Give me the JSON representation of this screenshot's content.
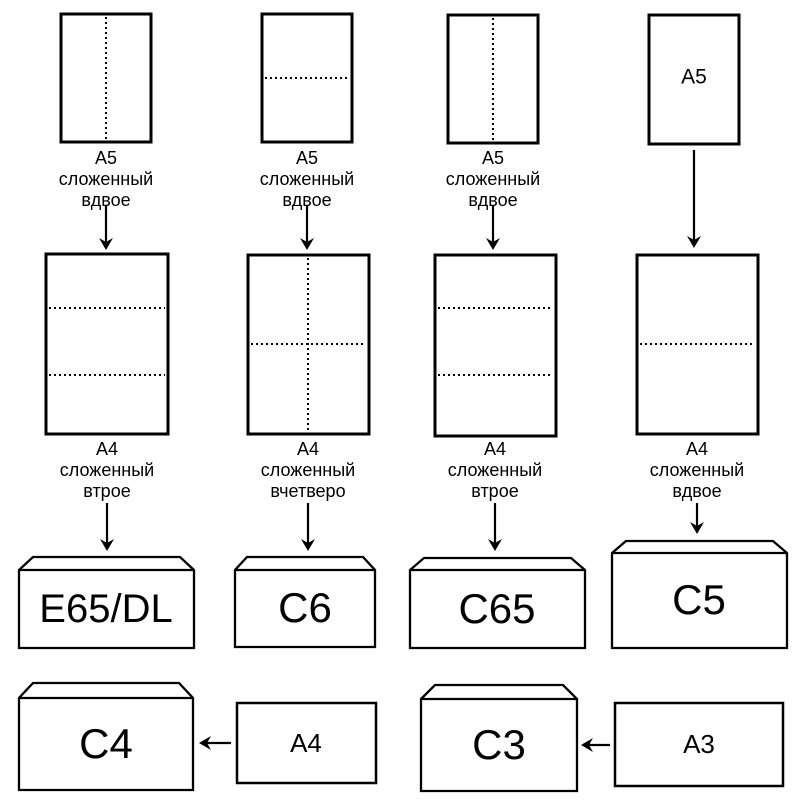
{
  "diagram": {
    "colors": {
      "highlight_fill": "#F8A5A5",
      "stroke": "#000000",
      "paper_fill": "#FFFFFF"
    },
    "columns": [
      {
        "top_label_lines": [
          "А5",
          "сложенный",
          "вдвое"
        ],
        "mid_label_lines": [
          "А4",
          "сложенный",
          "втрое"
        ],
        "envelope_label": "E65/DL"
      },
      {
        "top_label_lines": [
          "А5",
          "сложенный",
          "вдвое"
        ],
        "mid_label_lines": [
          "А4",
          "сложенный",
          "вчетверо"
        ],
        "envelope_label": "C6"
      },
      {
        "top_label_lines": [
          "А5",
          "сложенный",
          "вдвое"
        ],
        "mid_label_lines": [
          "А4",
          "сложенный",
          "втрое"
        ],
        "envelope_label": "C65"
      },
      {
        "top_paper_label": "А5",
        "mid_label_lines": [
          "А4",
          "сложенный",
          "вдвое"
        ],
        "envelope_label": "C5"
      }
    ],
    "bottom_row": [
      {
        "envelope_label": "C4",
        "paper_label": "А4",
        "highlighted": true
      },
      {
        "envelope_label": "C3",
        "paper_label": "А3",
        "highlighted": false
      }
    ]
  }
}
